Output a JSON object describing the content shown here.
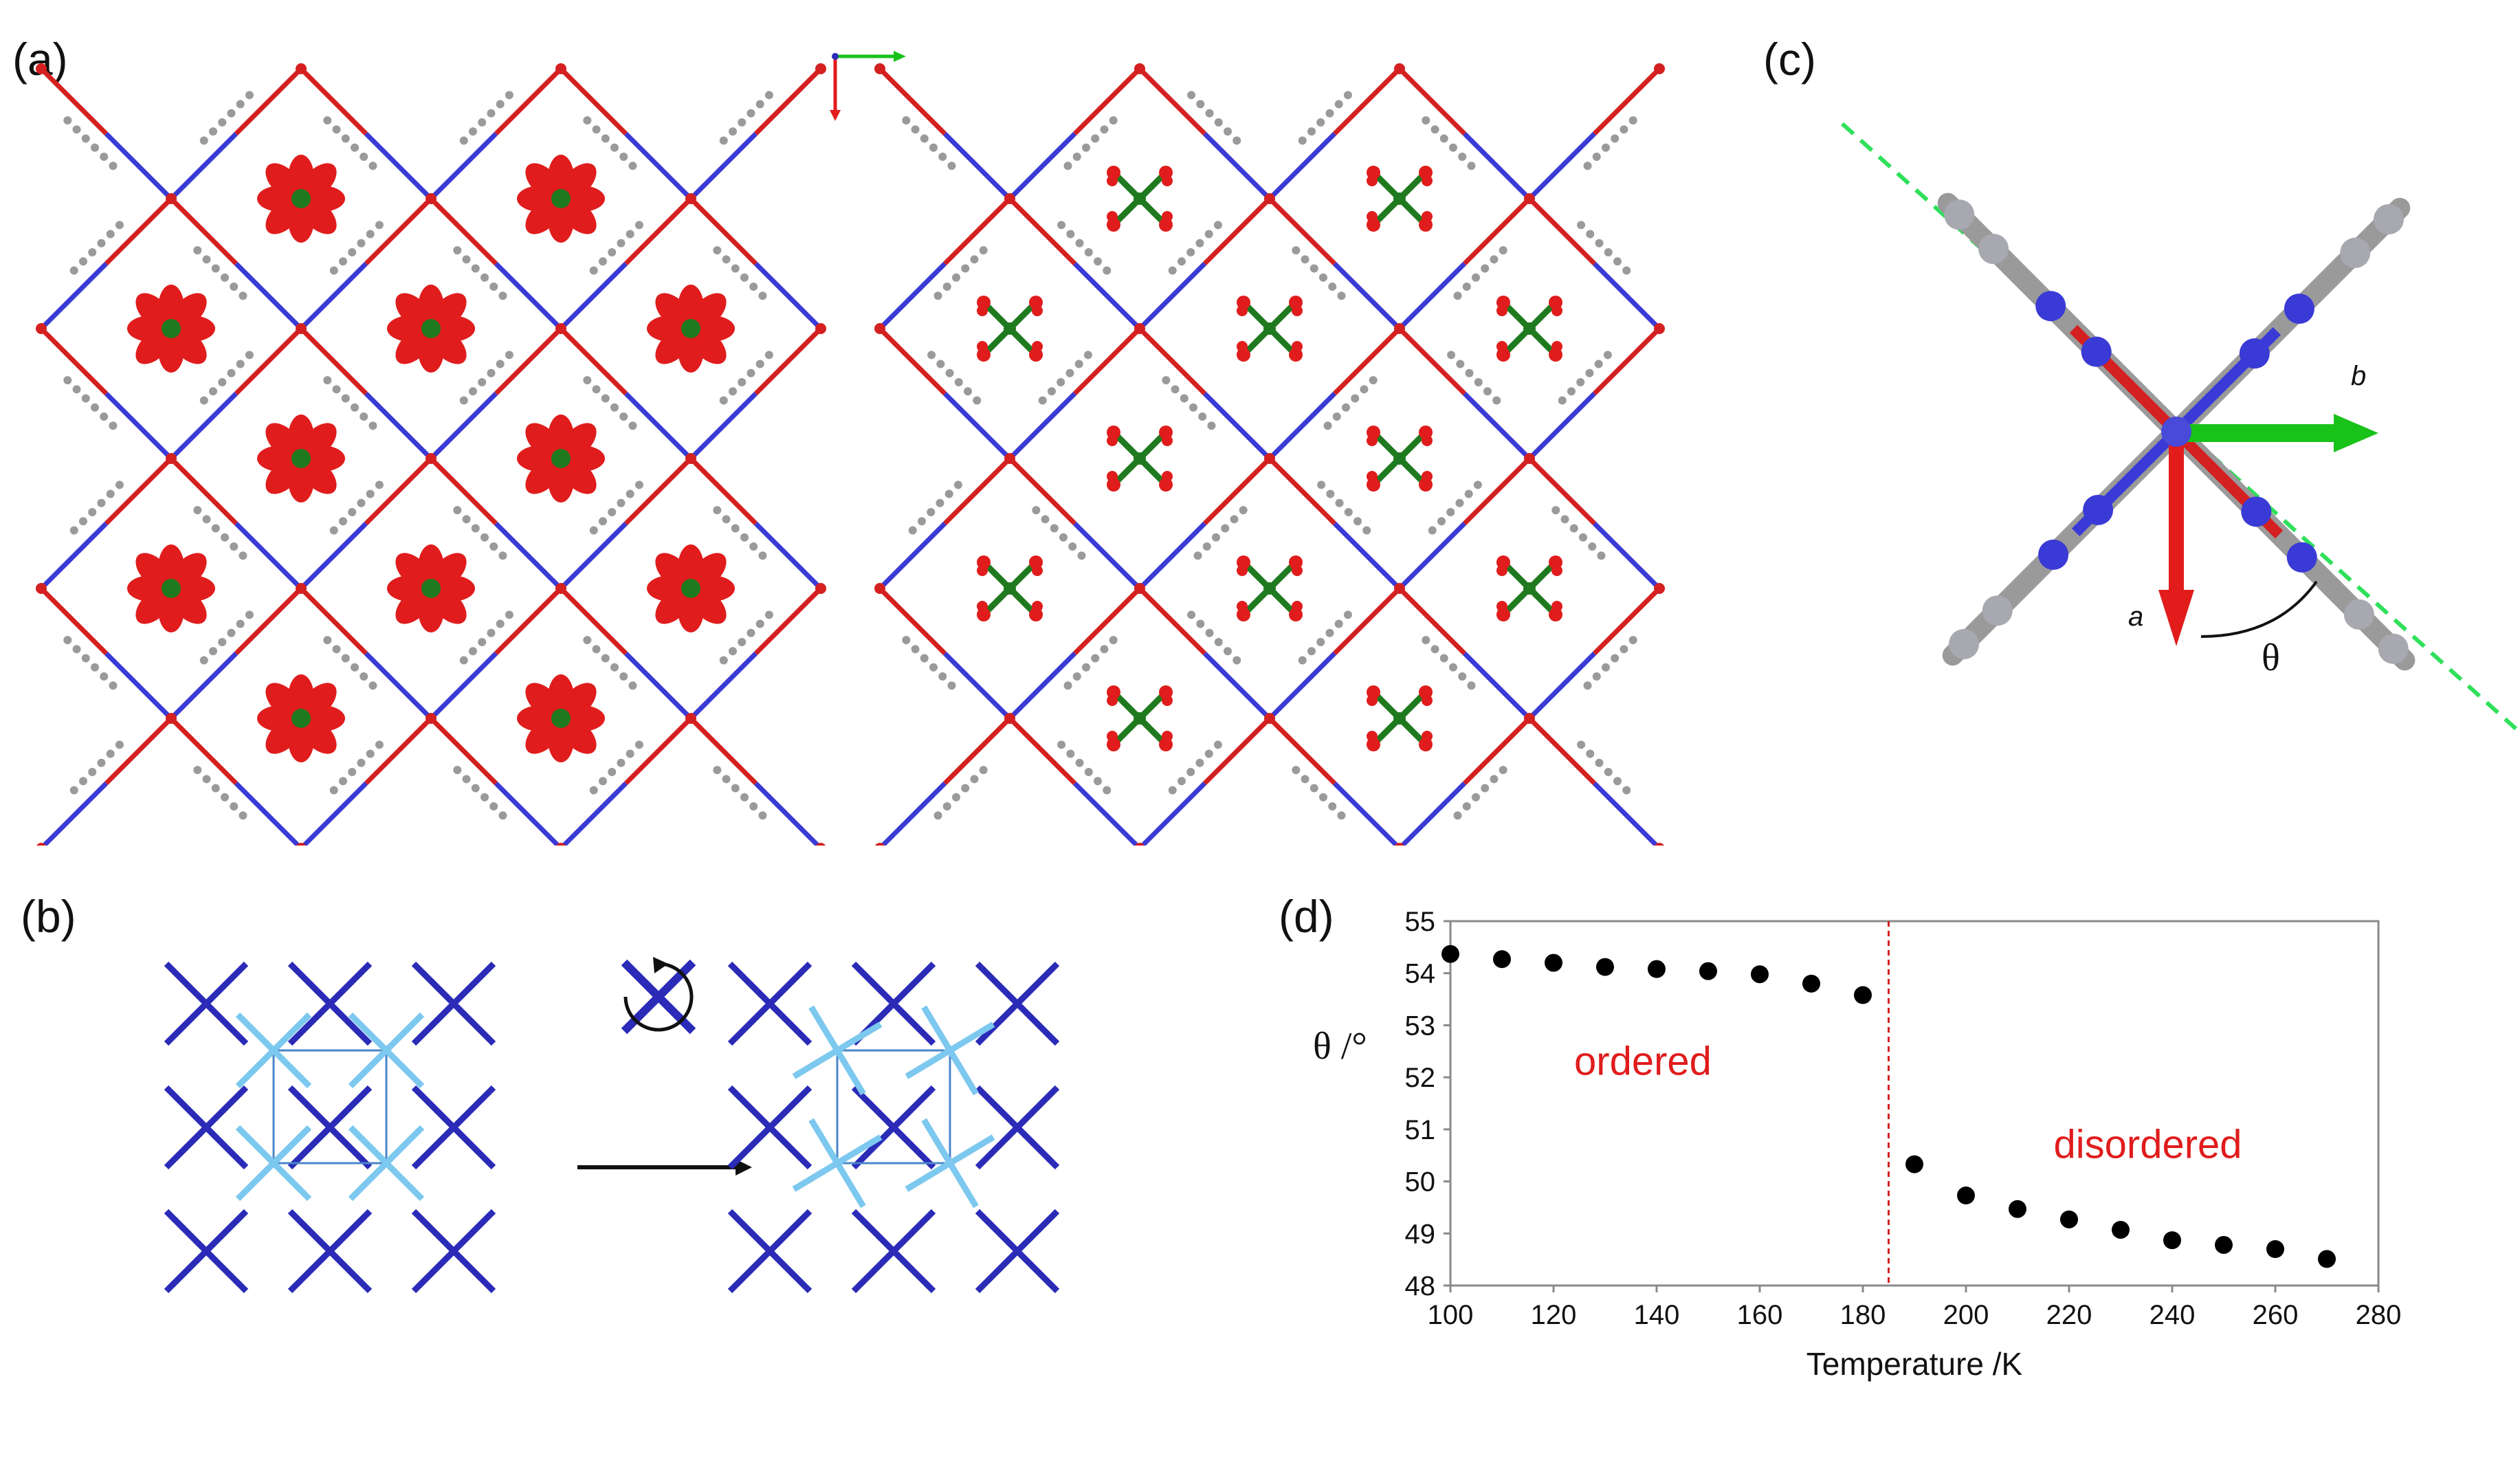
{
  "panels": {
    "a": "(a)",
    "b": "(b)",
    "c": "(c)",
    "d": "(d)"
  },
  "axis_labels_c": {
    "a": "a",
    "b": "b",
    "theta": "θ"
  },
  "colors": {
    "framework_blue": "#3a3ad6",
    "framework_red": "#d42020",
    "atom_grey": "#9a9a9a",
    "guest_red": "#e01c1c",
    "guest_green": "#1f7a1f",
    "cross_dark": "#2b2bb8",
    "cross_light": "#7cc8ef",
    "arrow_green": "#19c219",
    "arrow_red": "#e21b1b",
    "dash_green": "#2fe05a",
    "transition_line": "#d42020",
    "phase_text": "#e01c1c"
  },
  "chart_data": {
    "type": "scatter",
    "xlabel": "Temperature /K",
    "ylabel": "θ /°",
    "xlim": [
      100,
      280
    ],
    "ylim": [
      48,
      55
    ],
    "xticks": [
      100,
      120,
      140,
      160,
      180,
      200,
      220,
      240,
      260,
      280
    ],
    "yticks": [
      48,
      49,
      50,
      51,
      52,
      53,
      54,
      55
    ],
    "grid": false,
    "transition_temperature": 185,
    "annotations": [
      "ordered",
      "disordered"
    ],
    "series": [
      {
        "x": [
          100,
          110,
          120,
          130,
          140,
          150,
          160,
          170,
          180,
          190,
          200,
          210,
          220,
          230,
          240,
          250,
          260,
          270
        ],
        "values": [
          54.37,
          54.27,
          54.2,
          54.12,
          54.08,
          54.04,
          53.98,
          53.8,
          53.58,
          50.33,
          49.73,
          49.47,
          49.27,
          49.07,
          48.87,
          48.78,
          48.7,
          48.51
        ]
      }
    ]
  }
}
